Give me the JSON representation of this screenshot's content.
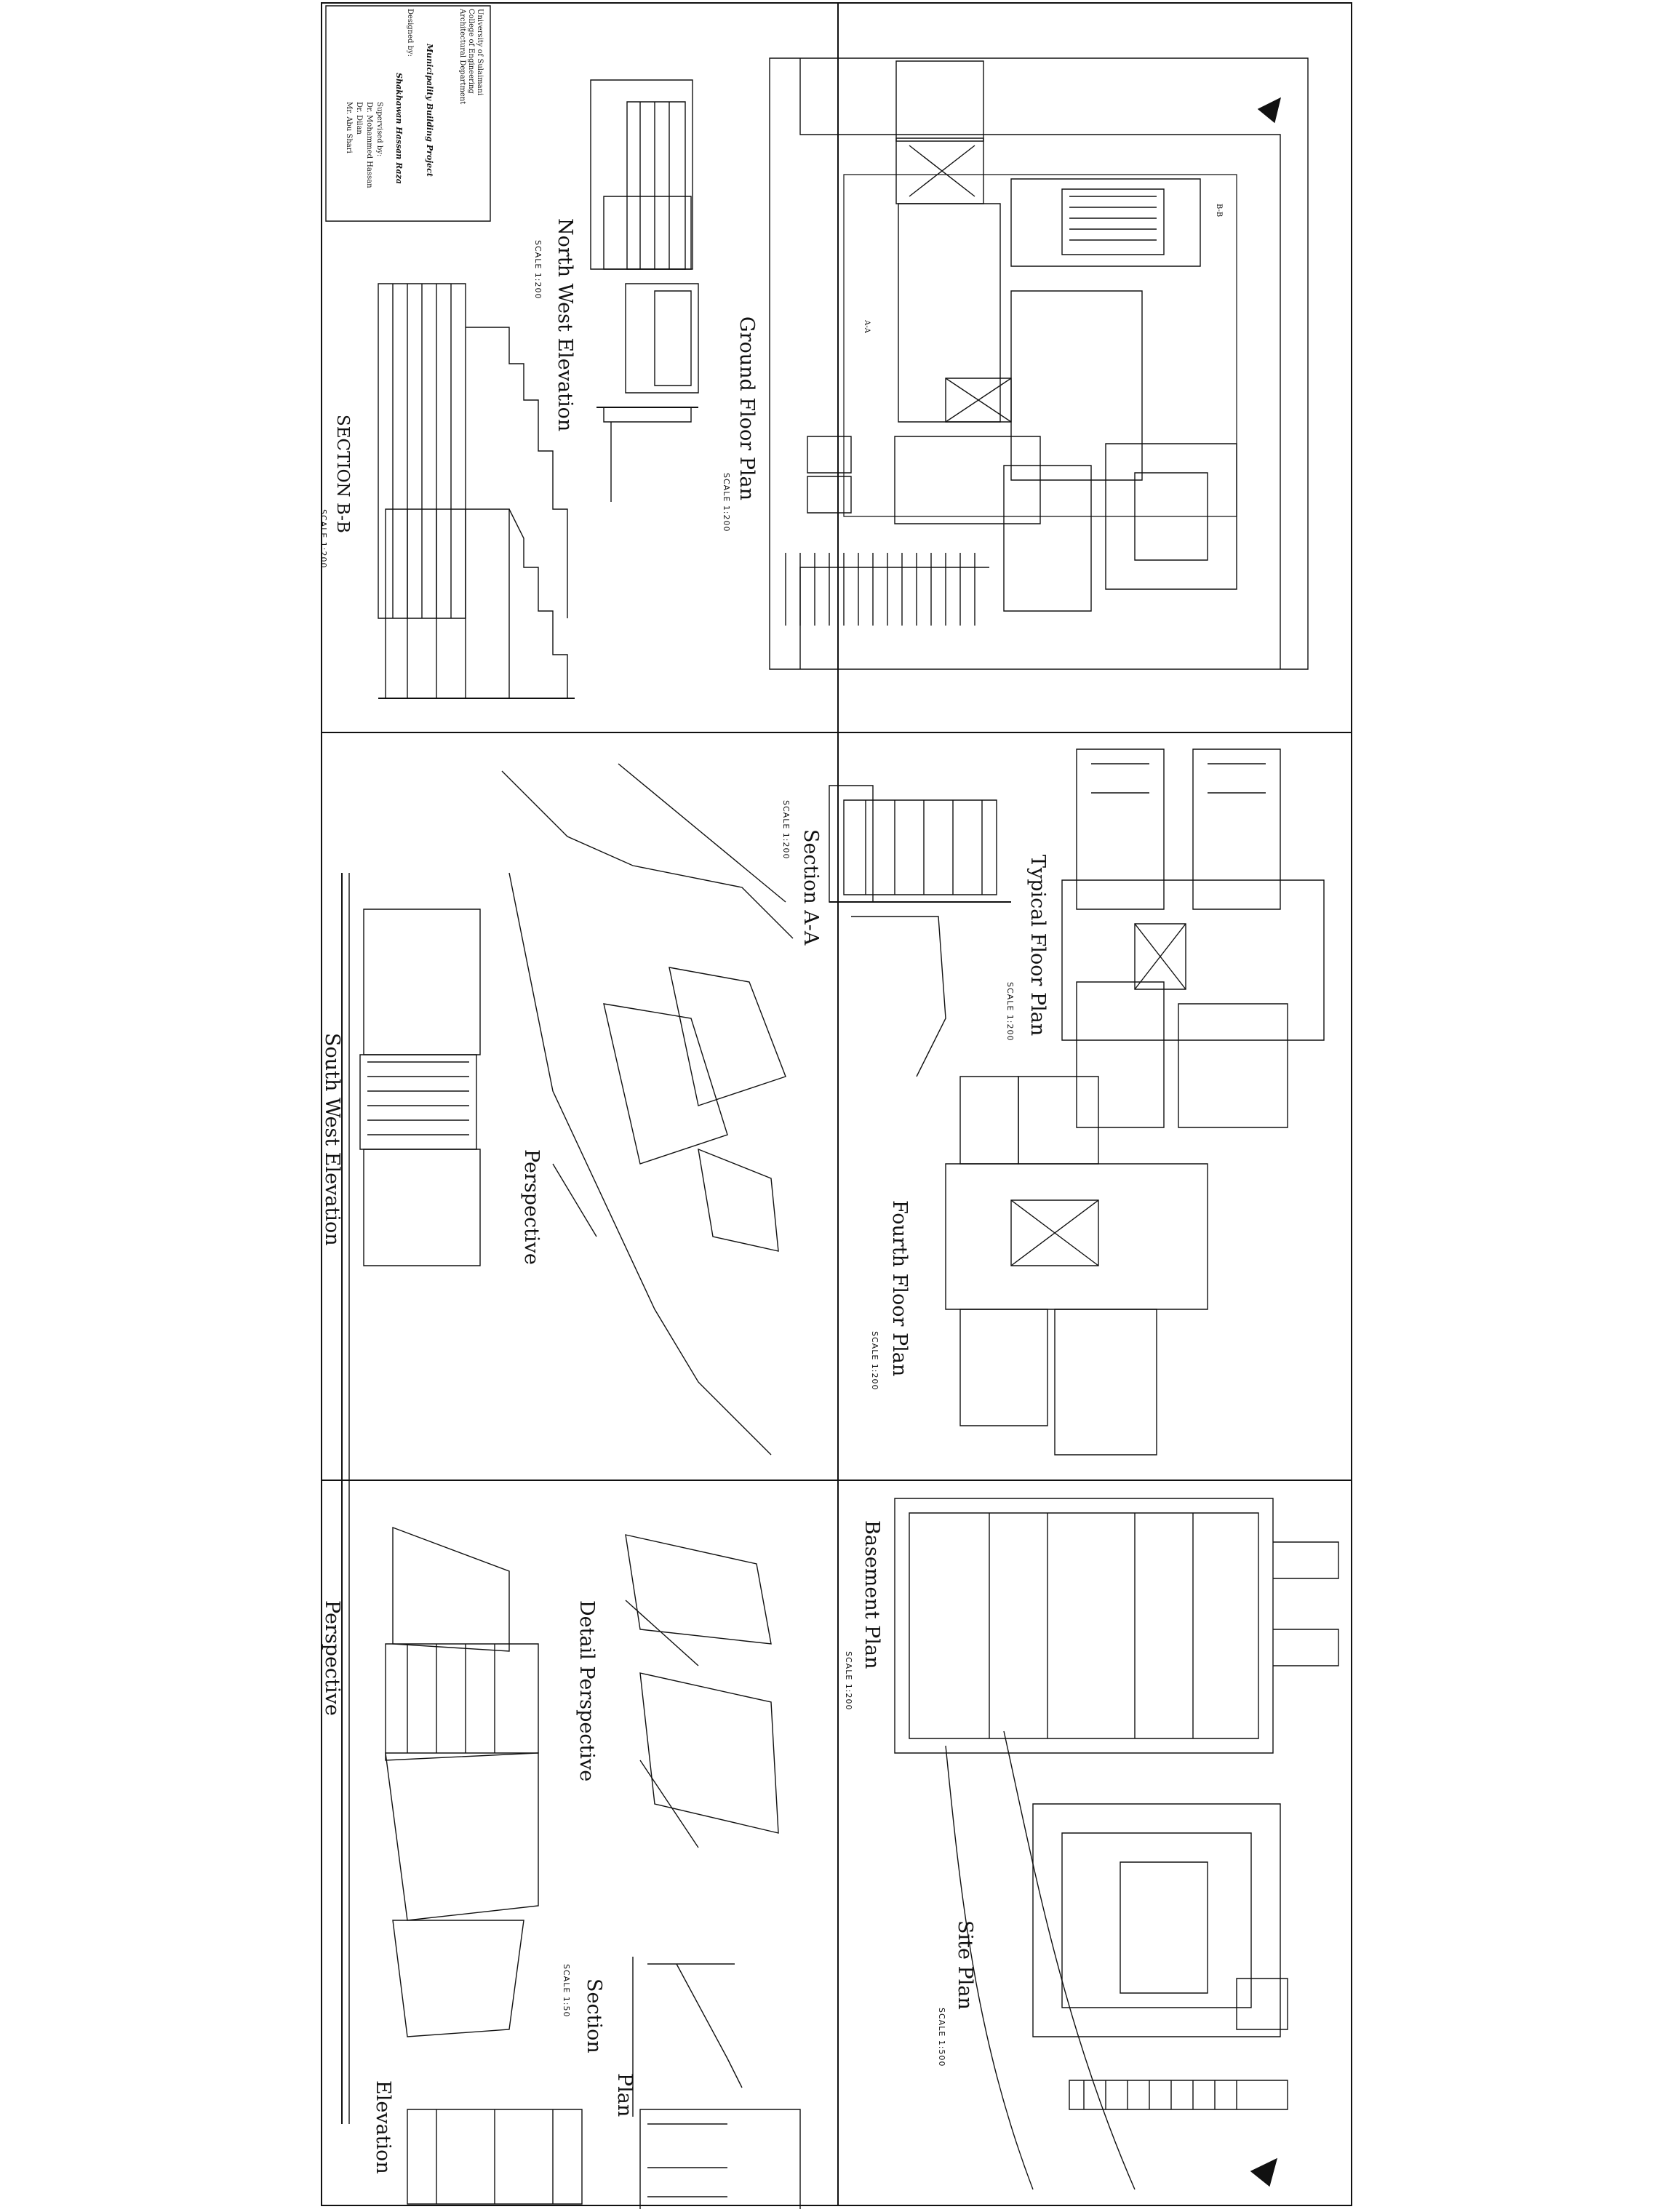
{
  "title_block": {
    "university": "University of Sulaimani",
    "college": "College of Engineering",
    "department": "Architectural Department",
    "project": "Municipality Building Project",
    "designed_by_label": "Designed by:",
    "designer": "Shakhawan Hassan Raza",
    "supervised_by_label": "Supervised by:",
    "supervisor_1": "Dr. Mohammed Hassan",
    "supervisor_2": "Dr. Dilan",
    "supervisor_3": "Mr. Abu Shari"
  },
  "drawings": {
    "ground_floor_plan": {
      "title": "Ground Floor Plan",
      "scale": "SCALE 1:200"
    },
    "north_west_elevation": {
      "title": "North West Elevation",
      "scale": "SCALE 1:200"
    },
    "section_bb": {
      "title": "SECTION B-B",
      "scale": "SCALE 1:200"
    },
    "section_aa": {
      "title": "Section A-A",
      "scale": "SCALE 1:200"
    },
    "typical_floor_plan": {
      "title": "Typical Floor Plan",
      "scale": "SCALE 1:200"
    },
    "fourth_floor_plan": {
      "title": "Fourth Floor Plan",
      "scale": "SCALE 1:200"
    },
    "perspective_1": {
      "title": "Perspective"
    },
    "south_west_elevation": {
      "title": "South West Elevation"
    },
    "basement_plan": {
      "title": "Basement Plan",
      "scale": "SCALE 1:200"
    },
    "site_plan": {
      "title": "Site Plan",
      "scale": "SCALE 1:500"
    },
    "detail_perspective": {
      "title": "Detail Perspective"
    },
    "perspective_2": {
      "title": "Perspective"
    },
    "detail_section": {
      "title": "Section",
      "scale": "SCALE 1:50"
    },
    "detail_plan": {
      "title": "Plan"
    },
    "detail_elevation": {
      "title": "Elevation"
    }
  },
  "section_markers": {
    "a": "A-A",
    "b": "B-B"
  }
}
